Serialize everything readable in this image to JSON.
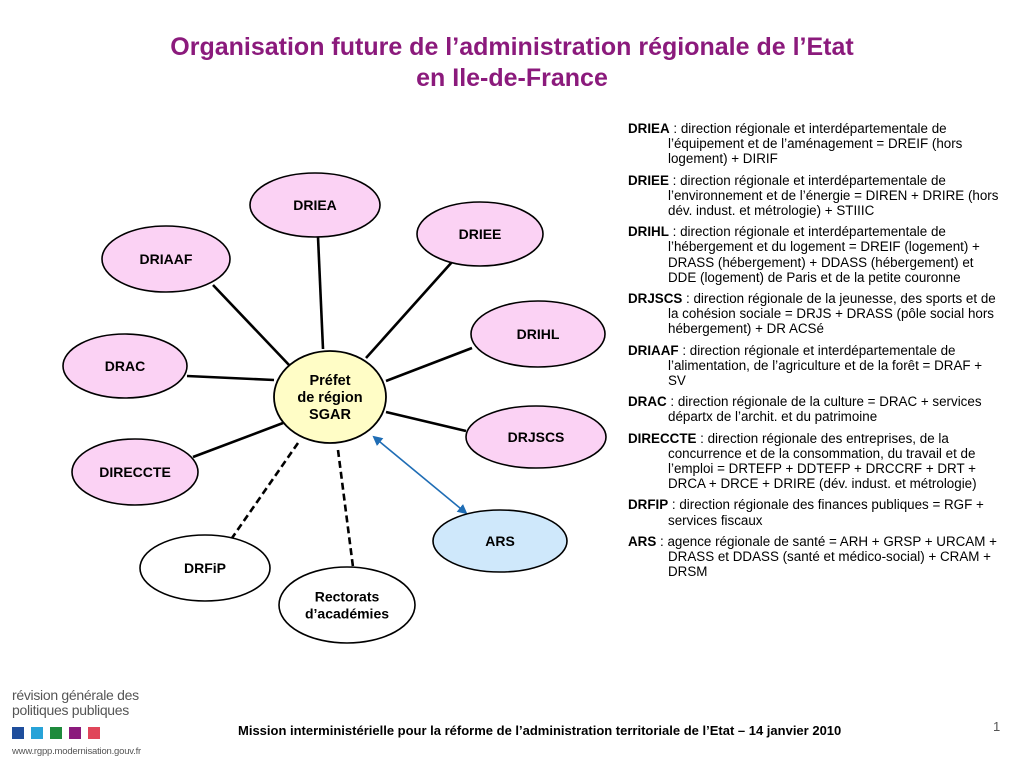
{
  "title": {
    "line1": "Organisation future de l’administration régionale de l’Etat",
    "line2": "en Ile-de-France"
  },
  "diagram": {
    "center": {
      "lines": [
        "Préfet",
        "de région",
        "SGAR"
      ]
    },
    "nodes": [
      {
        "id": "driea",
        "label": "DRIEA",
        "style": "pink",
        "link": "solid"
      },
      {
        "id": "driee",
        "label": "DRIEE",
        "style": "pink",
        "link": "solid"
      },
      {
        "id": "drihl",
        "label": "DRIHL",
        "style": "pink",
        "link": "solid"
      },
      {
        "id": "drjscs",
        "label": "DRJSCS",
        "style": "pink",
        "link": "solid"
      },
      {
        "id": "ars",
        "label": "ARS",
        "style": "blue",
        "link": "double-arrow"
      },
      {
        "id": "rectorats",
        "label": "Rectorats\nd’académies",
        "style": "white",
        "link": "dashed"
      },
      {
        "id": "drfip",
        "label": "DRFiP",
        "style": "white",
        "link": "dashed"
      },
      {
        "id": "direccte",
        "label": "DIRECCTE",
        "style": "pink",
        "link": "solid"
      },
      {
        "id": "drac",
        "label": "DRAC",
        "style": "pink",
        "link": "solid"
      },
      {
        "id": "driaaf",
        "label": "DRIAAF",
        "style": "pink",
        "link": "solid"
      }
    ]
  },
  "legend": [
    {
      "abbr": "DRIEA",
      "text": " : direction régionale et interdépartementale de l’équipement et de l’aménagement = DREIF (hors logement) + DIRIF"
    },
    {
      "abbr": "DRIEE",
      "text": " : direction régionale et interdépartementale de l’environnement et de  l’énergie = DIREN + DRIRE (hors dév. indust. et métrologie) + STIIIC"
    },
    {
      "abbr": "DRIHL",
      "text": " : direction régionale et interdépartementale de l’hébergement et du logement = DREIF (logement) + DRASS (hébergement) + DDASS (hébergement) et DDE (logement) de Paris et de la petite couronne"
    },
    {
      "abbr": "DRJSCS",
      "text": " : direction régionale de  la jeunesse, des sports et de la cohésion sociale = DRJS + DRASS (pôle social hors hébergement) + DR ACSé"
    },
    {
      "abbr": "DRIAAF",
      "text": " : direction régionale et interdépartementale de l’alimentation, de l’agriculture et de la forêt = DRAF + SV"
    },
    {
      "abbr": "DRAC",
      "text": " : direction régionale de la culture = DRAC + services départx de l’archit. et du patrimoine"
    },
    {
      "abbr": "DIRECCTE",
      "text": " : direction régionale des entreprises, de la concurrence et de la consommation, du travail et de l’emploi = DRTEFP + DDTEFP + DRCCRF + DRT + DRCA + DRCE + DRIRE (dév. indust. et métrologie)"
    },
    {
      "abbr": "DRFIP",
      "text": " : direction régionale des finances publiques = RGF + services fiscaux"
    },
    {
      "abbr": "ARS",
      "text": " : agence régionale de santé = ARH + GRSP + URCAM + DRASS et DDASS (santé et médico-social) + CRAM + DRSM"
    }
  ],
  "footer": {
    "text": "Mission interministérielle pour la réforme de l’administration territoriale de l’Etat – 14 janvier 2010",
    "page": "1"
  },
  "logo": {
    "line1": "révision générale des",
    "line2": "politiques publiques",
    "url": "www.rgpp.modernisation.gouv.fr",
    "square_colors": [
      "#1f4e9c",
      "#27a3d8",
      "#1e8a3c",
      "#8b1a7c",
      "#e0465a"
    ]
  },
  "colors": {
    "title": "#8b1a7c",
    "pink_fill": "#fbd2f4",
    "blue_fill": "#cfe8fb",
    "center_fill": "#fffdc6",
    "arrow": "#1f6db5"
  }
}
